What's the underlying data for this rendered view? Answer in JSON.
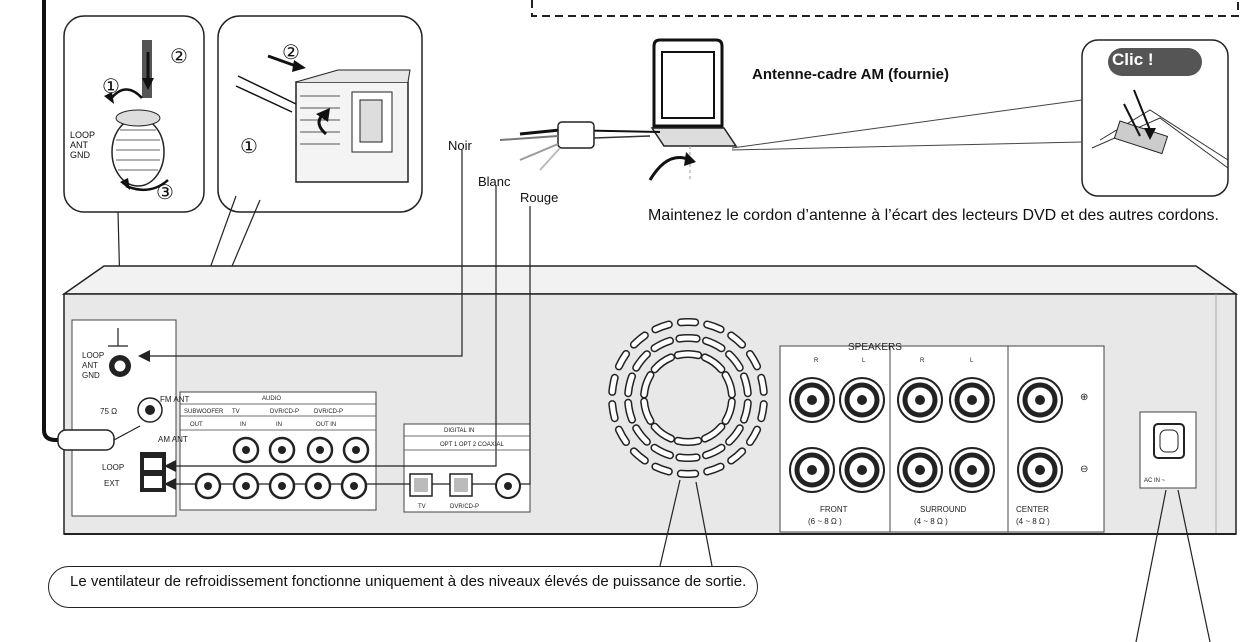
{
  "antenna": {
    "title": "Antenne-cadre AM (fournie)",
    "click_label": "Clic !",
    "wire_labels": {
      "black": "Noir",
      "white": "Blanc",
      "red": "Rouge"
    },
    "note": "Maintenez le cordon d’antenne à l’écart des lecteurs DVD et des autres cordons."
  },
  "terminal_labels": {
    "loop": "LOOP",
    "ant": "ANT",
    "gnd": "GND",
    "step1": "①",
    "step2": "②",
    "step3": "③"
  },
  "rear_panel": {
    "loop_ant_gnd": "LOOP ANT GND",
    "fm_ant": "FM ANT",
    "am_ant": "AM ANT",
    "fm75": "75 Ω",
    "loop": "LOOP",
    "ext": "EXT",
    "audio_title": "AUDIO",
    "audio_cols": [
      "SUBWOOFER",
      "TV",
      "DVR/CD-P",
      "DVR/CD-P"
    ],
    "audio_rows": [
      "OUT",
      "IN",
      "IN",
      "OUT IN"
    ],
    "digital_in": "DIGITAL IN",
    "optical": "OPT 1 OPT 2 COAXIAL",
    "digital_sub": [
      "TV",
      "DVR/CD-P"
    ],
    "speakers": "SPEAKERS",
    "front": "FRONT",
    "front_imp": "(6 ~ 8 Ω )",
    "surround": "SURROUND",
    "surround_imp": "(4 ~ 8 Ω )",
    "center": "CENTER",
    "center_imp": "(4 ~ 8 Ω )",
    "ac_in": "AC IN ~",
    "plus": "⊕",
    "minus": "⊖",
    "speaker_marks": [
      "R",
      "L",
      "R",
      "L"
    ]
  },
  "fan_note": "Le ventilateur de refroidissement fonctionne uniquement à des niveaux élevés de puissance de sortie."
}
